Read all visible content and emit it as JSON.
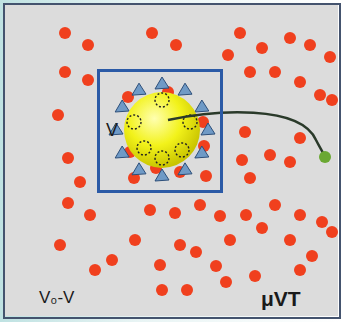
{
  "diagram": {
    "nodes": [
      {
        "text": [
          "V₀-V",
          "μVT"
        ]
      },
      {
        "text": [
          "V"
        ],
        "in": 0
      }
    ]
  }
}
